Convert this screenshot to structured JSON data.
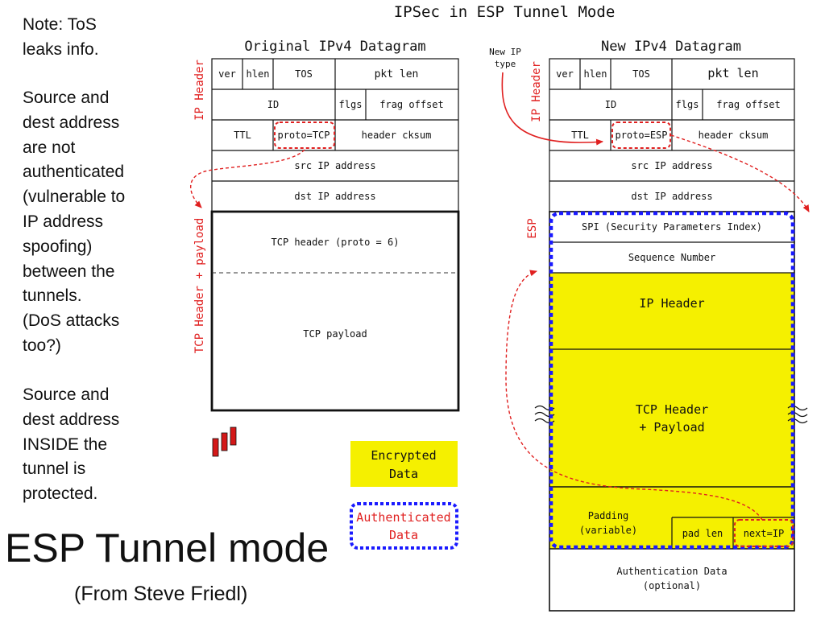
{
  "notes": {
    "note1": [
      "Note: ToS",
      "leaks info."
    ],
    "note2": [
      "Source and",
      "dest address",
      "are not",
      "authenticated",
      "(vulnerable to",
      "IP address",
      "spoofing)",
      "between the",
      "tunnels.",
      "(DoS attacks",
      "too?)"
    ],
    "note3": [
      "Source and",
      "dest address",
      "INSIDE the",
      "tunnel is",
      "protected."
    ]
  },
  "slide": {
    "title": "ESP Tunnel mode",
    "credit": "(From Steve Friedl)"
  },
  "diagram": {
    "title": "IPSec in ESP Tunnel Mode",
    "original": {
      "heading": "Original IPv4 Datagram",
      "side_ip": "IP Header",
      "side_tcp": "TCP Header + payload",
      "ver": "ver",
      "hlen": "hlen",
      "tos": "TOS",
      "pktlen": "pkt len",
      "id": "ID",
      "flgs": "flgs",
      "frag": "frag offset",
      "ttl": "TTL",
      "proto": "proto=TCP",
      "cksum": "header cksum",
      "src": "src IP address",
      "dst": "dst IP address",
      "tcp_header": "TCP header (proto = 6)",
      "tcp_payload": "TCP payload"
    },
    "newdg": {
      "heading": "New IPv4 Datagram",
      "side_ip": "IP Header",
      "side_esp": "ESP",
      "ver": "ver",
      "hlen": "hlen",
      "tos": "TOS",
      "pktlen": "pkt len",
      "id": "ID",
      "flgs": "flgs",
      "frag": "frag offset",
      "ttl": "TTL",
      "proto": "proto=ESP",
      "cksum": "header cksum",
      "src": "src IP address",
      "dst": "dst IP address",
      "spi": "SPI (Security Parameters Index)",
      "seq": "Sequence Number",
      "ip_header": "IP Header",
      "tcp1": "TCP Header",
      "tcp2": "+ Payload",
      "padding1": "Padding",
      "padding2": "(variable)",
      "padlen": "pad len",
      "nextip": "next=IP",
      "auth1": "Authentication Data",
      "auth2": "(optional)"
    },
    "callout": [
      "New IP",
      "type"
    ],
    "legend": {
      "enc1": "Encrypted",
      "enc2": "Data",
      "auth1": "Authenticated",
      "auth2": "Data"
    },
    "colors": {
      "encrypted": "#f5f000",
      "authenticated_border": "#1a1aff",
      "annotation": "#e02020"
    }
  }
}
